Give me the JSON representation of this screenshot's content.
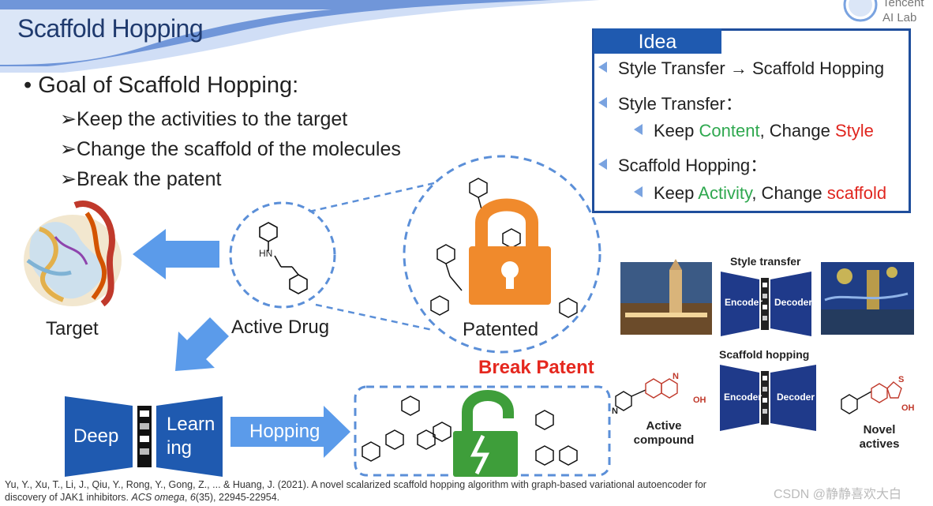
{
  "slide": {
    "title": "Scaffold Hopping",
    "logo": {
      "line1": "Tencent",
      "line2": "AI Lab"
    },
    "goal": {
      "heading": "Goal of Scaffold Hopping:",
      "items": [
        "Keep the activities to the target",
        "Change the scaffold of the molecules",
        "Break the patent"
      ]
    },
    "idea": {
      "tab": "Idea",
      "line1": {
        "left": "Style Transfer",
        "arrow": "→",
        "right": "Scaffold Hopping"
      },
      "line2": "Style Transfer：",
      "line3": {
        "pre": "Keep ",
        "content": "Content",
        "mid": ", Change ",
        "style": "Style"
      },
      "line4": "Scaffold Hopping：",
      "line5": {
        "pre": "Keep ",
        "activity": "Activity",
        "mid": ", Change ",
        "scaffold": "scaffold"
      }
    },
    "diagram": {
      "target": "Target",
      "active_drug": "Active Drug",
      "patented": "Patented",
      "break_patent": "Break Patent",
      "deep": "Deep",
      "learning_1": "Learn",
      "learning_2": "ing",
      "hopping": "Hopping",
      "nh_label": "HN"
    },
    "illustration": {
      "style_transfer": "Style transfer",
      "scaffold_hopping": "Scaffold hopping",
      "encoder": "Encoder",
      "decoder": "Decoder",
      "active_compound_1": "Active",
      "active_compound_2": "compound",
      "novel_actives_1": "Novel",
      "novel_actives_2": "actives",
      "n_label": "N",
      "oh_label": "OH",
      "s_label": "S"
    },
    "citation": {
      "authors": "Yu, Y., Xu, T., Li, J., Qiu, Y., Rong, Y., Gong, Z., ... & Huang, J. (2021). A novel scalarized scaffold hopping algorithm with graph-based variational autoencoder for",
      "line2_pre": "discovery of JAK1 inhibitors. ",
      "journal": "ACS omega",
      "volume_pre": ", ",
      "volume": "6",
      "pages": "(35), 22945-22954."
    },
    "watermark": "CSDN @静静喜欢大白",
    "colors": {
      "title_blue": "#1f3a6e",
      "accent_blue": "#1f5ab0",
      "green": "#2fa84f",
      "red": "#e0261f",
      "orange": "#f08a2c"
    }
  }
}
